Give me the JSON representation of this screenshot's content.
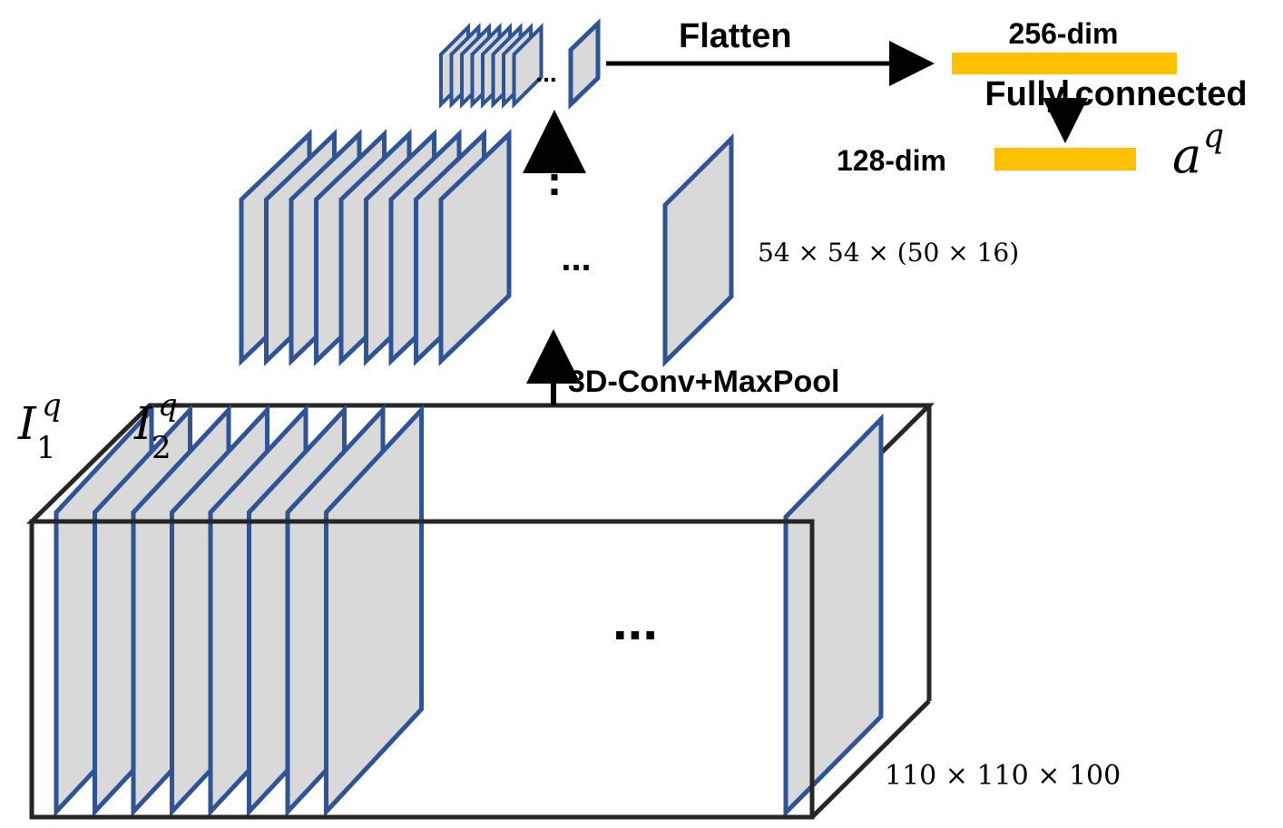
{
  "labels": {
    "flatten": "Flatten",
    "dim256": "256-dim",
    "fully_connected": "Fully connected",
    "dim128": "128-dim",
    "conv": "3D-Conv+MaxPool",
    "mid_size": "54 × 54 × (50 × 16)",
    "input_size": "110 × 110 × 100",
    "aq_base": "a",
    "aq_sup": "q",
    "i1_base": "I",
    "i1_sub": "1",
    "i1_sup": "q",
    "i2_base": "I",
    "i2_sub": "2",
    "i2_sup": "q",
    "ellipsis": "..."
  },
  "colors": {
    "frame_stroke": "#2f5496",
    "frame_fill": "#d9d9d9",
    "box_stroke": "#262626",
    "bar_fill": "#ffc000",
    "arrow": "#000000"
  }
}
